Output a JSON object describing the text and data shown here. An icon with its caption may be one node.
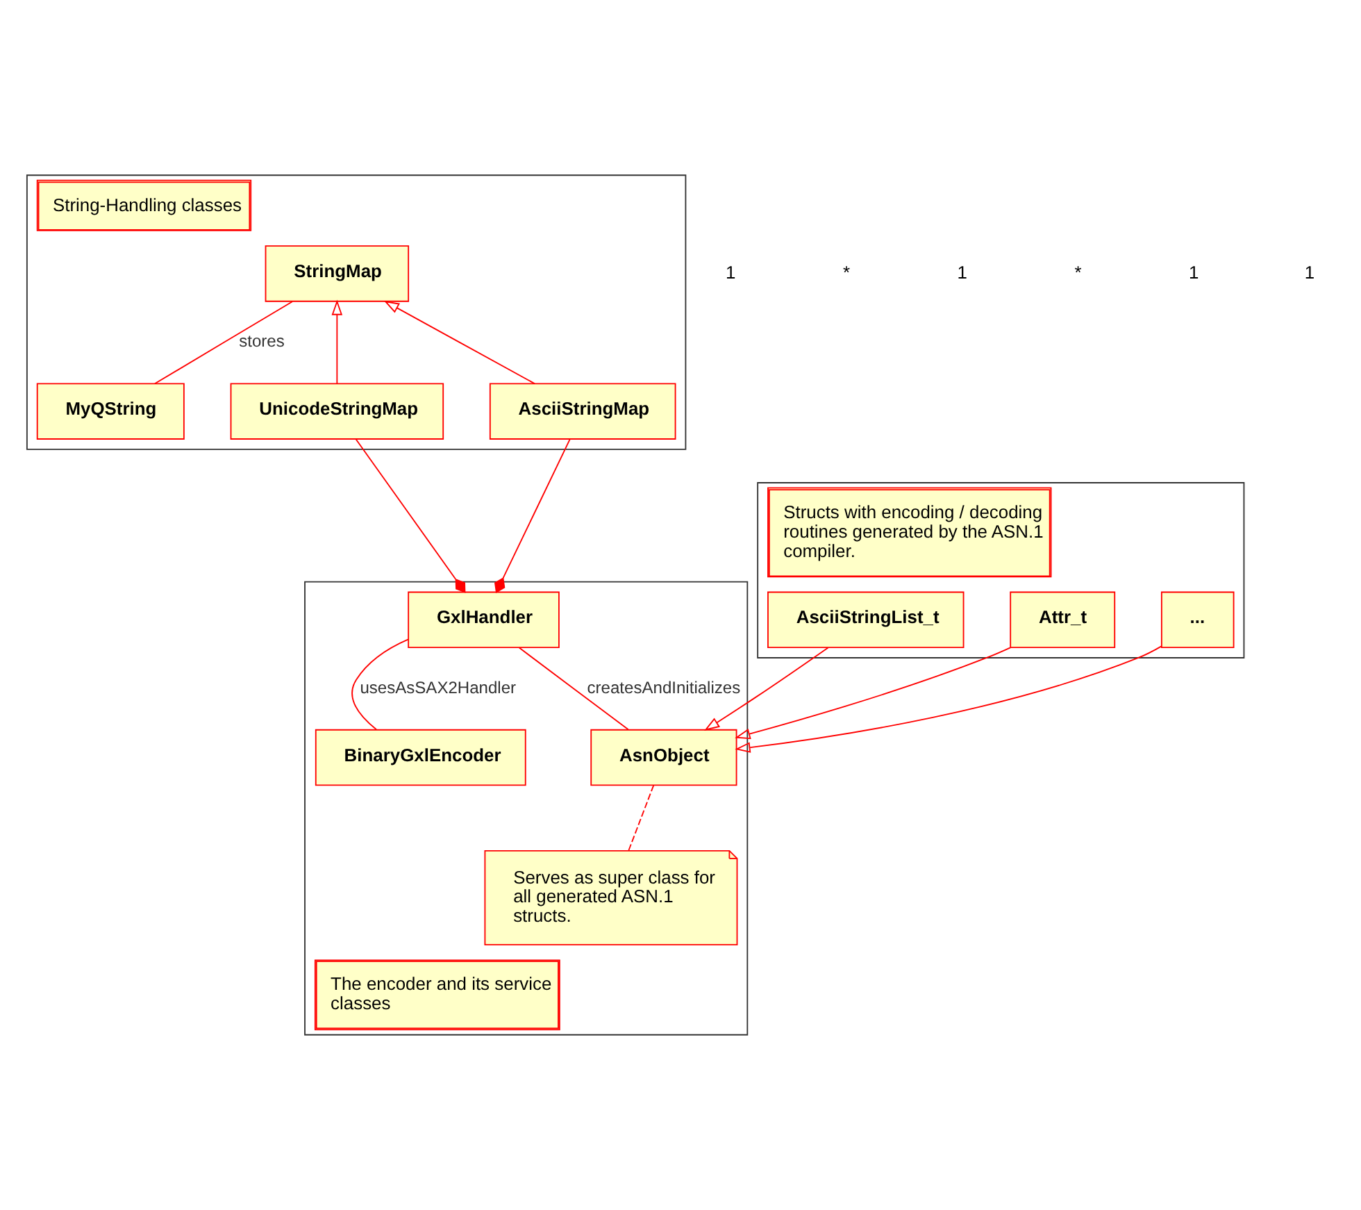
{
  "diagram": {
    "nodes": [
      {
        "text": [
          "String-Handling classes"
        ]
      },
      {
        "text": [
          "StringMap"
        ],
        "in": 0
      },
      {
        "text": [
          "MyQString"
        ],
        "in": 0
      },
      {
        "text": [
          "UnicodeStringMap"
        ],
        "in": 0
      },
      {
        "text": [
          "AsciiStringMap"
        ],
        "in": 0
      },
      {
        "text": [
          "Structs with encoding / decoding routines generated by the ASN.1 compiler."
        ]
      },
      {
        "text": [
          "AsciiStringList_t"
        ],
        "in": 5
      },
      {
        "text": [
          "Attr_t"
        ],
        "in": 5
      },
      {
        "text": [
          "..."
        ],
        "in": 5
      },
      {
        "text": [
          "The encoder and its service classes"
        ]
      },
      {
        "text": [
          "GxlHandler"
        ],
        "in": 9
      },
      {
        "text": [
          "AsnObject"
        ],
        "in": 9
      },
      {
        "text": [
          "BinaryGxlEncoder"
        ],
        "in": 9
      },
      {
        "text": [
          "Serves as super class for all generated ASN.1 structs."
        ],
        "in": 9
      }
    ],
    "edges": [
      {
        "from": 1,
        "to": 2,
        "arrow": "none",
        "label": "stores"
      },
      {
        "from": 3,
        "to": 1,
        "arrow": "to"
      },
      {
        "from": 4,
        "to": 1,
        "arrow": "to"
      },
      {
        "from": 3,
        "to": 10,
        "arrow": "other"
      },
      {
        "from": 4,
        "to": 10,
        "arrow": "other"
      },
      {
        "from": 6,
        "to": 11,
        "arrow": "to"
      },
      {
        "from": 7,
        "to": 11,
        "arrow": "to"
      },
      {
        "from": 8,
        "to": 11,
        "arrow": "to"
      },
      {
        "from": 10,
        "to": 11,
        "arrow": "none",
        "label": "createsAndInitializes"
      },
      {
        "from": 10,
        "to": 12,
        "arrow": "none",
        "label": "usesAsSAX2Handler"
      },
      {
        "from": 11,
        "to": 13,
        "arrow": "none",
        "style": "dashed"
      }
    ],
    "labels": [
      "1",
      "*",
      "1",
      "*",
      "1",
      "1"
    ]
  }
}
